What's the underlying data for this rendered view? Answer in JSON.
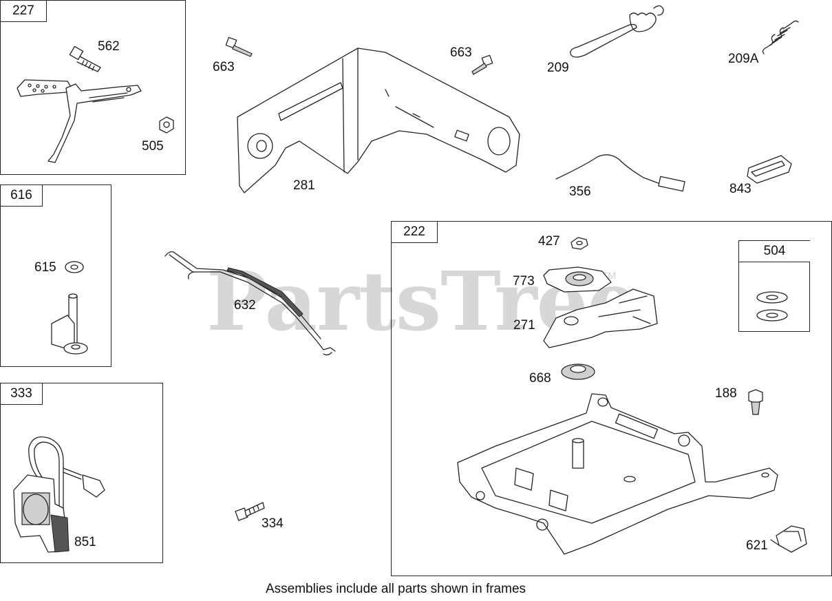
{
  "watermark": {
    "text": "PartsTree",
    "tm": "TM"
  },
  "footer": {
    "note": "Assemblies include all parts shown in frames"
  },
  "frames": {
    "f227": "227",
    "f616": "616",
    "f333": "333",
    "f222": "222",
    "f504": "504"
  },
  "labels": {
    "p562": "562",
    "p505": "505",
    "p663a": "663",
    "p663b": "663",
    "p281": "281",
    "p209": "209",
    "p209A": "209A",
    "p356": "356",
    "p843": "843",
    "p615": "615",
    "p632": "632",
    "p851": "851",
    "p334": "334",
    "p427": "427",
    "p773": "773",
    "p271": "271",
    "p668": "668",
    "p188": "188",
    "p621": "621"
  }
}
